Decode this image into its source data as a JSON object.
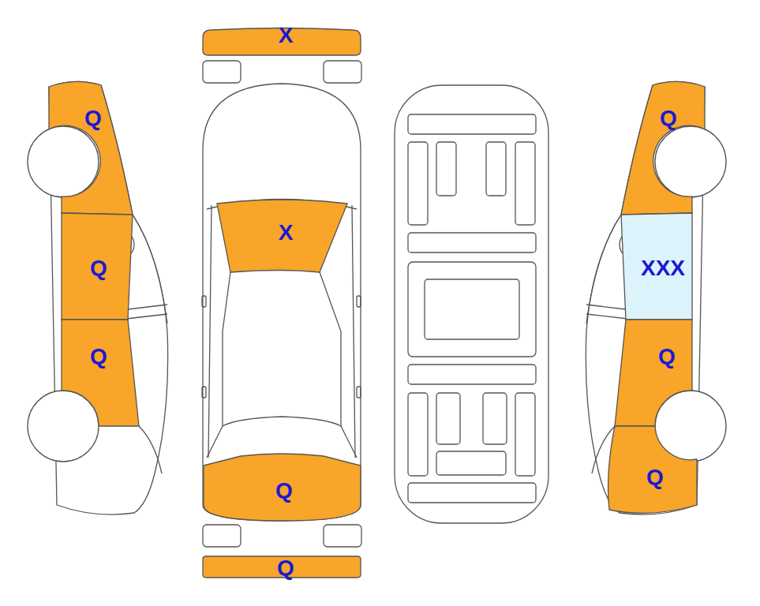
{
  "diagram": {
    "nodes": [
      {
        "text": [
          "X"
        ]
      },
      {
        "text": [
          "Q"
        ]
      },
      {
        "text": [
          "X"
        ]
      },
      {
        "text": [
          "Q"
        ]
      },
      {
        "text": [
          "Q"
        ]
      },
      {
        "text": [
          "XXX"
        ]
      },
      {
        "text": [
          "Q"
        ]
      },
      {
        "text": [
          "Q"
        ]
      },
      {
        "text": [
          "Q"
        ]
      },
      {
        "text": [
          "Q"
        ]
      },
      {
        "text": [
          "Q"
        ]
      }
    ]
  }
}
